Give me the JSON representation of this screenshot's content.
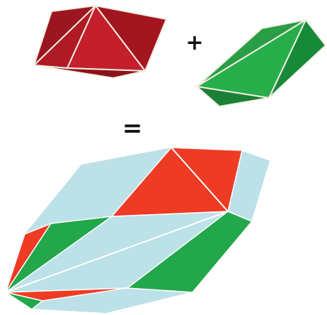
{
  "diagram": {
    "operators": {
      "plus": "+",
      "equals": "="
    },
    "shapes": [
      {
        "name": "red-polyhedron",
        "color": "#c8202a"
      },
      {
        "name": "green-polyhedron",
        "color": "#22a84a"
      },
      {
        "name": "minkowski-sum-polyhedron",
        "color": "#bfe3ea"
      }
    ],
    "colors": {
      "red_light": "#c51f2b",
      "red_dark": "#8e1219",
      "green_light": "#27ad4a",
      "green_dark": "#178a39",
      "sum_face": "#bde1e8",
      "sum_red": "#ee3b24",
      "sum_green": "#22a84a",
      "edge": "#f2efe3"
    }
  }
}
